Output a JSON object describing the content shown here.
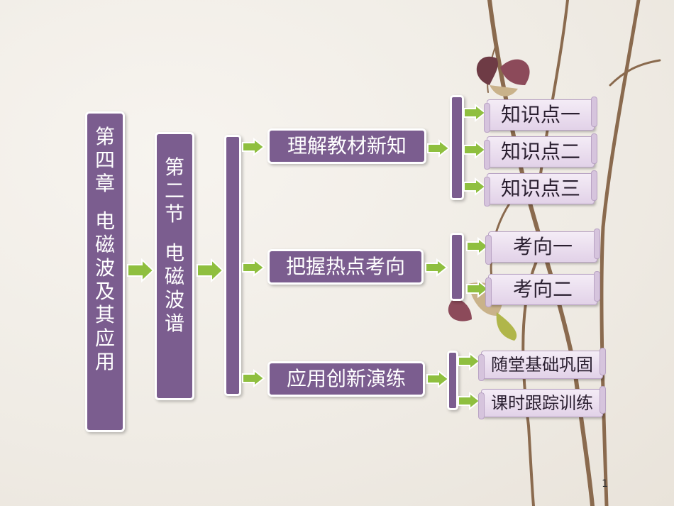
{
  "chapter": {
    "line1": [
      "第",
      "四",
      "章"
    ],
    "line2": [
      "电",
      "磁",
      "波",
      "及",
      "其",
      "应",
      "用"
    ]
  },
  "section": {
    "line1": [
      "第",
      "二",
      "节"
    ],
    "line2": [
      "电",
      "磁",
      "波",
      "谱"
    ]
  },
  "branches": [
    {
      "label": "理解教材新知",
      "items": [
        "知识点一",
        "知识点二",
        "知识点三"
      ]
    },
    {
      "label": "把握热点考向",
      "items": [
        "考向一",
        "考向二"
      ]
    },
    {
      "label": "应用创新演练",
      "items": [
        "随堂基础巩固",
        "课时跟踪训练"
      ]
    }
  ],
  "page_number": "1",
  "colors": {
    "box": "#7b5d8f",
    "arrow": "#8fbf3f",
    "scroll": "#e9dcee"
  }
}
